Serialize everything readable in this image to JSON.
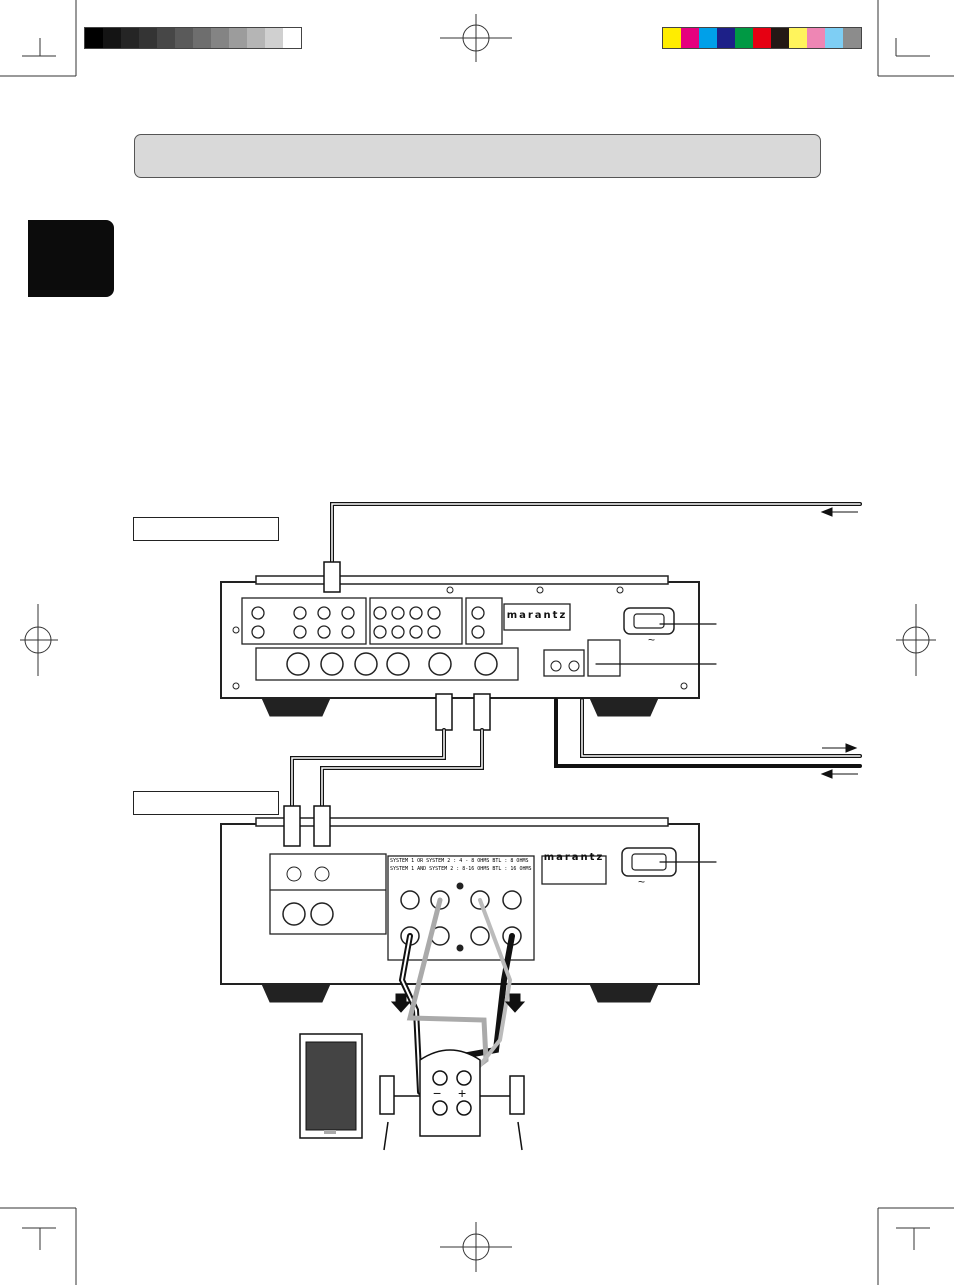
{
  "colors": {
    "grayscale": [
      "#000000",
      "#141414",
      "#252525",
      "#343434",
      "#474747",
      "#5a5a5a",
      "#6e6e6e",
      "#848484",
      "#9c9c9c",
      "#b5b5b5",
      "#d0d0d0",
      "#ffffff"
    ],
    "process": [
      "#ffed00",
      "#e6007e",
      "#00a0e9",
      "#1d2088",
      "#009944",
      "#e60012",
      "#231815",
      "#fff45c",
      "#ee86b4",
      "#7ecef4",
      "#8c8c8c"
    ]
  },
  "page": {
    "title_text": "",
    "tab_text": "",
    "preamp_label": "",
    "poweramp_label": ""
  },
  "preamp": {
    "brand": "marantz"
  },
  "poweramp": {
    "brand": "marantz",
    "spec_line1": "SYSTEM 1  OR  SYSTEM 2  :  4 - 8  OHMS    BTL  :  8  OHMS",
    "spec_line2": "SYSTEM 1  AND  SYSTEM 2 : 8-16  OHMS    BTL  :  16  OHMS"
  },
  "speaker_terminal_signs": {
    "minus": "−",
    "plus": "+"
  },
  "ac_symbol": "~"
}
